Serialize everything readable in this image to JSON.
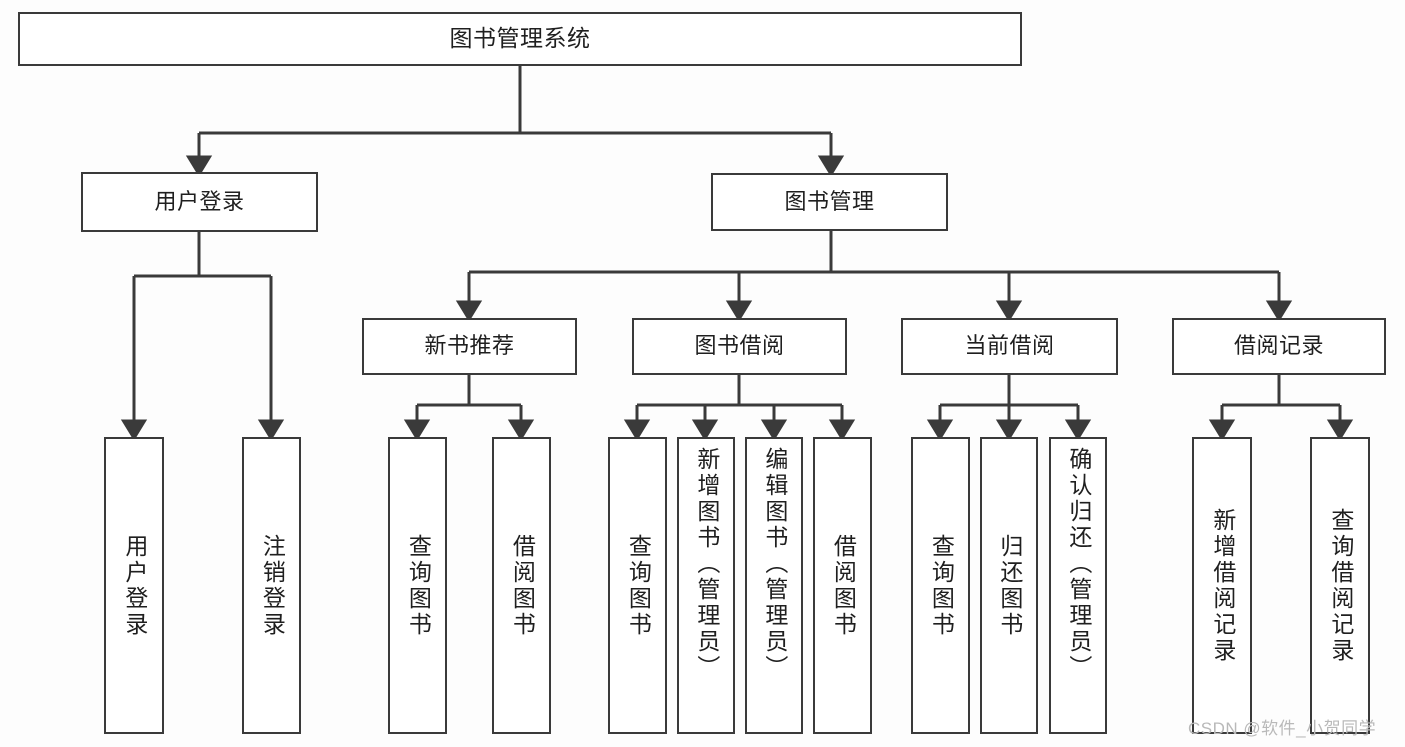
{
  "diagram": {
    "title": "图书管理系统",
    "type": "tree",
    "stroke_color": "#3a3a3a",
    "background_color": "#fdfdfd",
    "text_color": "#1f1f1f"
  },
  "root": {
    "label": "图书管理系统"
  },
  "level2": [
    {
      "label": "用户登录"
    },
    {
      "label": "图书管理"
    }
  ],
  "level3": [
    {
      "label": "新书推荐"
    },
    {
      "label": "图书借阅"
    },
    {
      "label": "当前借阅"
    },
    {
      "label": "借阅记录"
    }
  ],
  "leaves": {
    "user_login": [
      {
        "label": "用户登录"
      },
      {
        "label": "注销登录"
      }
    ],
    "new_book_recommend": [
      {
        "label": "查询图书"
      },
      {
        "label": "借阅图书"
      }
    ],
    "book_borrow": [
      {
        "label": "查询图书"
      },
      {
        "label": "新增图书（管理员）"
      },
      {
        "label": "编辑图书（管理员）"
      },
      {
        "label": "借阅图书"
      }
    ],
    "current_borrow": [
      {
        "label": "查询图书"
      },
      {
        "label": "归还图书"
      },
      {
        "label": "确认归还（管理员）"
      }
    ],
    "borrow_record": [
      {
        "label": "新增借阅记录"
      },
      {
        "label": "查询借阅记录"
      }
    ]
  },
  "watermark": {
    "text": "CSDN @软件_小贺同学"
  }
}
